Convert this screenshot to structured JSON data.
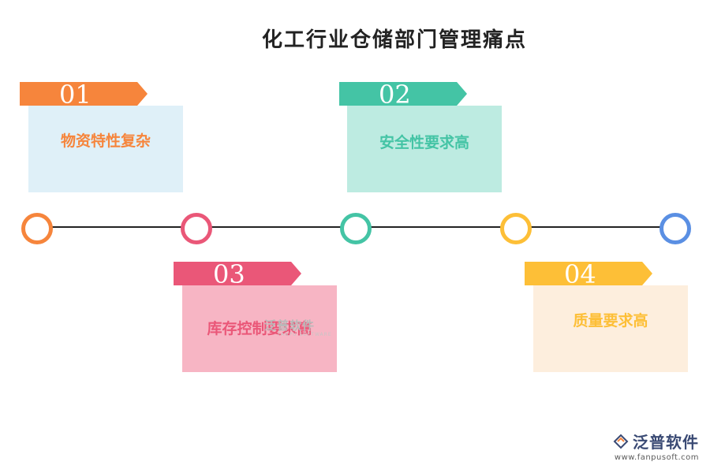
{
  "title": "化工行业仓储部门管理痛点",
  "items": [
    {
      "num": "01",
      "label": "物资特性复杂",
      "color": "#f6853c",
      "card_bg": "#dff0f8"
    },
    {
      "num": "02",
      "label": "安全性要求高",
      "color": "#44c4a5",
      "card_bg": "#bdebe1"
    },
    {
      "num": "03",
      "label": "库存控制要求高",
      "color": "#ea5778",
      "card_bg": "#f7b5c4"
    },
    {
      "num": "04",
      "label": "质量要求高",
      "color": "#fdbf37",
      "card_bg": "#fdeedd"
    }
  ],
  "node_colors": [
    "#f6853c",
    "#ea5778",
    "#44c4a5",
    "#fdbf37",
    "#5a8fe3"
  ],
  "watermark": {
    "text": "泛普软件",
    "sub": "FANPU SOFTWARE"
  },
  "logo": {
    "name": "泛普软件",
    "url": "www.fanpusoft.com"
  }
}
